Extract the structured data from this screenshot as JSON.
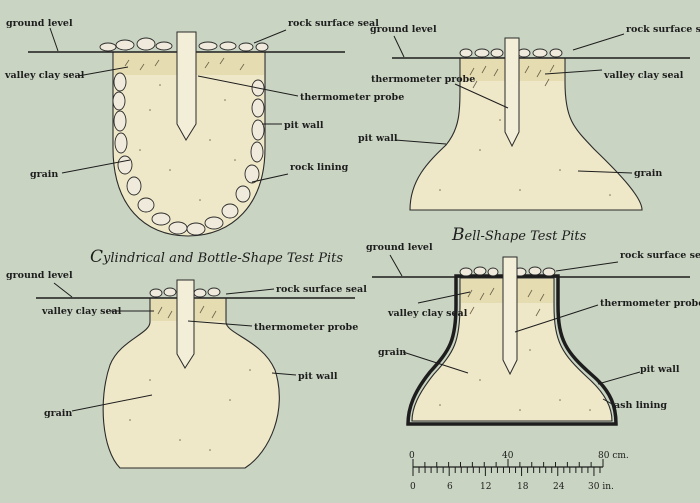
{
  "labels": {
    "ground_level": "ground level",
    "rock_surface_seal": "rock surface seal",
    "valley_clay_seal": "valley clay seal",
    "thermometer_probe": "thermometer probe",
    "pit_wall": "pit wall",
    "rock_lining": "rock lining",
    "grain": "grain",
    "ash_lining": "ash lining"
  },
  "captions": {
    "cyl_initial": "C",
    "cyl_rest": "ylindrical and Bottle-Shape Test Pits",
    "bell_initial": "B",
    "bell_rest": "ell-Shape Test Pits"
  },
  "scale": {
    "cm_labels": [
      "0",
      "40",
      "80 cm."
    ],
    "in_labels": [
      "0",
      "6",
      "12",
      "18",
      "24",
      "30 in."
    ]
  }
}
